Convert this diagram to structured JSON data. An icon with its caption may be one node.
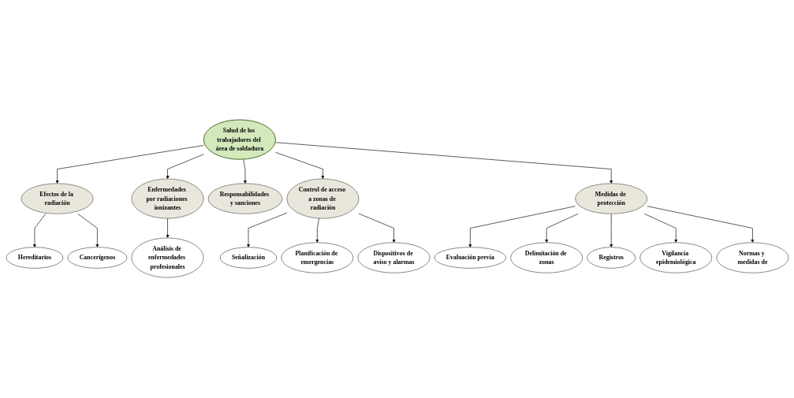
{
  "diagram": {
    "nodes": [
      {
        "text": [
          "Salud de los trabajadores del área de soldadura"
        ]
      },
      {
        "text": [
          "Efectos de la radiación"
        ]
      },
      {
        "text": [
          "Hereditarios"
        ]
      },
      {
        "text": [
          "Cancerígenos"
        ]
      },
      {
        "text": [
          "Enfermedades por radiaciones ionizantes"
        ]
      },
      {
        "text": [
          "Análisis de enfermedades profesionales"
        ]
      },
      {
        "text": [
          "Responsabilidades y sanciones"
        ]
      },
      {
        "text": [
          "Control de acceso a zonas de radiación"
        ]
      },
      {
        "text": [
          "Señalización"
        ]
      },
      {
        "text": [
          "Planificación de emergencias"
        ]
      },
      {
        "text": [
          "Dispositivos de aviso y alarmas"
        ]
      },
      {
        "text": [
          "Medidas de protección"
        ]
      },
      {
        "text": [
          "Evaluación previa"
        ]
      },
      {
        "text": [
          "Delimitación de zonas"
        ]
      },
      {
        "text": [
          "Registros"
        ]
      },
      {
        "text": [
          "Vigilancia epidemiológica"
        ]
      },
      {
        "text": [
          "Normas y medidas de"
        ]
      }
    ],
    "edges": [
      {
        "from": 0,
        "to": 1,
        "arrow": "to"
      },
      {
        "from": 1,
        "to": 2,
        "arrow": "to"
      },
      {
        "from": 1,
        "to": 3,
        "arrow": "to"
      },
      {
        "from": 0,
        "to": 4,
        "arrow": "to"
      },
      {
        "from": 4,
        "to": 5,
        "arrow": "to"
      },
      {
        "from": 0,
        "to": 6,
        "arrow": "to"
      },
      {
        "from": 0,
        "to": 7,
        "arrow": "to"
      },
      {
        "from": 7,
        "to": 8,
        "arrow": "to"
      },
      {
        "from": 7,
        "to": 9,
        "arrow": "to"
      },
      {
        "from": 7,
        "to": 10,
        "arrow": "to"
      },
      {
        "from": 0,
        "to": 11,
        "arrow": "to"
      },
      {
        "from": 11,
        "to": 12,
        "arrow": "to"
      },
      {
        "from": 11,
        "to": 13,
        "arrow": "to"
      },
      {
        "from": 11,
        "to": 14,
        "arrow": "to"
      },
      {
        "from": 11,
        "to": 15,
        "arrow": "to"
      },
      {
        "from": 11,
        "to": 16,
        "arrow": "to"
      }
    ]
  }
}
